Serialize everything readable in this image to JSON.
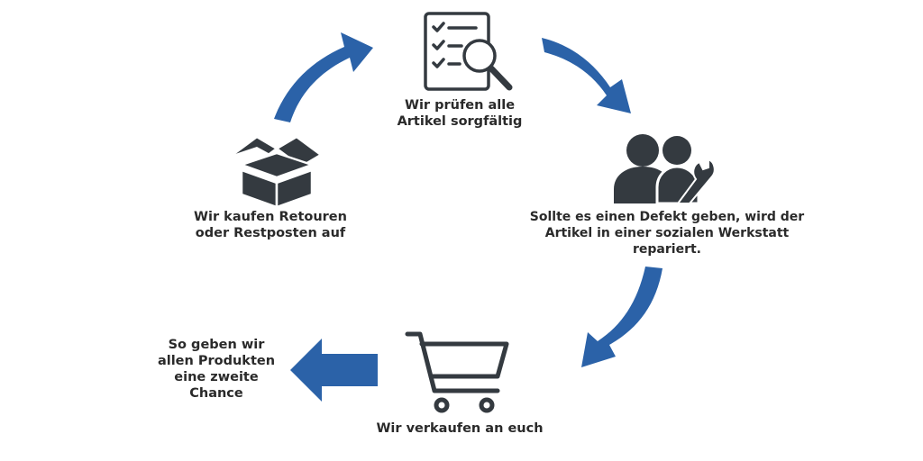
{
  "steps": {
    "inspect": {
      "icon": "checklist-magnifier-icon",
      "lines": [
        "Wir prüfen alle",
        "Artikel sorgfältig"
      ]
    },
    "repair": {
      "icon": "people-wrench-icon",
      "lines": [
        "Sollte es einen Defekt geben, wird der",
        "Artikel in einer sozialen Werkstatt",
        "repariert."
      ]
    },
    "sell": {
      "icon": "shopping-cart-icon",
      "lines": [
        "Wir verkaufen an euch"
      ]
    },
    "chance": {
      "icon": "arrow-left-icon",
      "lines": [
        "So geben wir",
        "allen Produkten",
        "eine zweite",
        "Chance"
      ]
    },
    "buy": {
      "icon": "open-box-icon",
      "lines": [
        "Wir kaufen Retouren",
        "oder Restposten auf"
      ]
    }
  },
  "colors": {
    "arrow": "#2b62a8",
    "icon": "#343a40",
    "text": "#2a2a2a",
    "background": "#ffffff"
  }
}
